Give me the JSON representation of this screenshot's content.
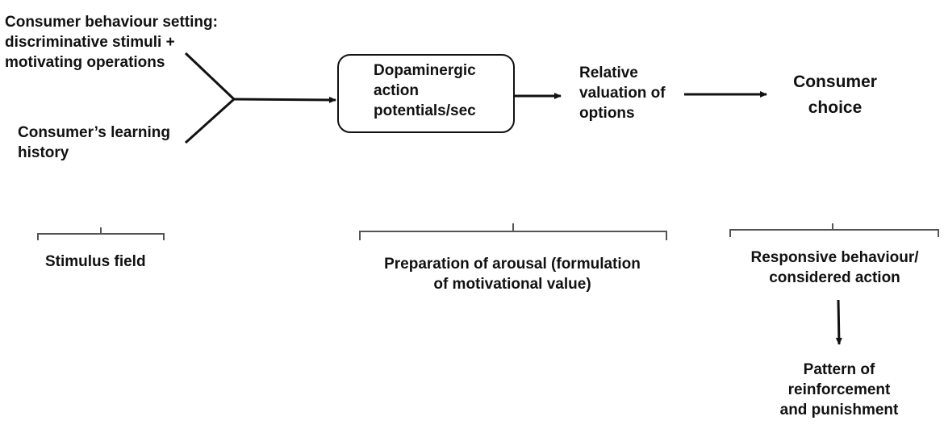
{
  "nodes": {
    "setting": {
      "line1": "Consumer behaviour setting:",
      "line2": "discriminative stimuli +",
      "line3": "motivating operations"
    },
    "history": {
      "line1": "Consumer’s learning",
      "line2": "history"
    },
    "dopamine": {
      "line1": "Dopaminergic",
      "line2": "action",
      "line3": "potentials/sec"
    },
    "valuation": {
      "line1": "Relative",
      "line2": "valuation of",
      "line3": "options"
    },
    "choice": {
      "line1": "Consumer",
      "line2": "choice"
    },
    "pattern": {
      "line1": "Pattern of",
      "line2": "reinforcement",
      "line3": "and punishment"
    }
  },
  "brackets": {
    "stimulus": {
      "line1": "Stimulus field"
    },
    "arousal": {
      "line1": "Preparation of arousal (formulation",
      "line2": "of motivational value)"
    },
    "responsive": {
      "line1": "Responsive behaviour/",
      "line2": "considered action"
    }
  }
}
